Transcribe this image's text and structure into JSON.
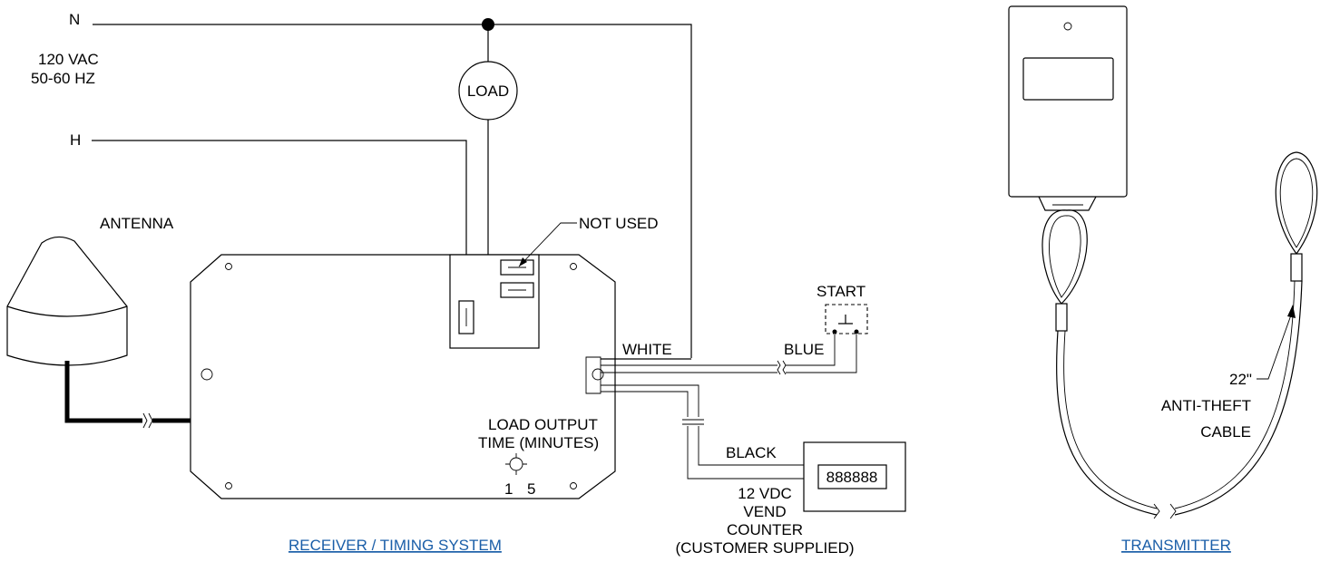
{
  "supply": {
    "neutral_label": "N",
    "hot_label": "H",
    "voltage_label": "120  VAC",
    "frequency_label": "50-60  HZ"
  },
  "load": {
    "label": "LOAD"
  },
  "antenna": {
    "label": "ANTENNA"
  },
  "receiver": {
    "not_used_label": "NOT USED",
    "dial_label_line1": "LOAD OUTPUT",
    "dial_label_line2": "TIME  (MINUTES)",
    "dial_min": "1",
    "dial_max": "5",
    "caption": "RECEIVER / TIMING SYSTEM"
  },
  "wires": {
    "white_label": "WHITE",
    "blue_label": "BLUE",
    "black_label": "BLACK"
  },
  "start_switch": {
    "label": "START"
  },
  "counter": {
    "display": "888888",
    "label_line1": "12 VDC",
    "label_line2": "VEND",
    "label_line3": "COUNTER",
    "label_line4": "(CUSTOMER SUPPLIED)"
  },
  "transmitter": {
    "cable_length": "22\"",
    "cable_label_line1": "ANTI-THEFT",
    "cable_label_line2": "CABLE",
    "caption": "TRANSMITTER"
  }
}
